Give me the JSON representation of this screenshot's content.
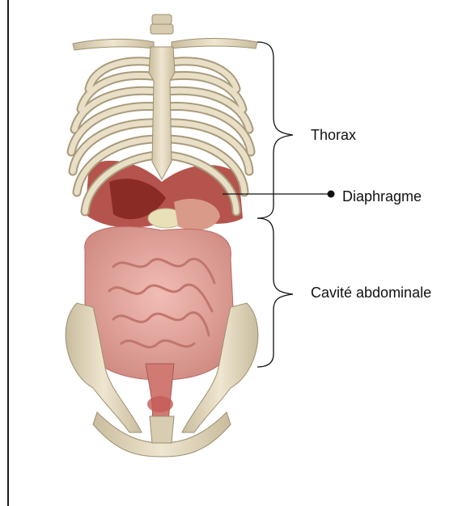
{
  "labels": {
    "thorax": "Thorax",
    "diaphragme": "Diaphragme",
    "cavite_abdominale": "Cavité abdominale"
  },
  "colors": {
    "bone": "#e6dcc4",
    "bone_shadow": "#b9ab8c",
    "intestine": "#e8a9a1",
    "intestine_shadow": "#c97c74",
    "diaphragm_muscle": "#a8362d",
    "liver": "#8a2b26",
    "stomach": "#d99a8a",
    "line": "#111111"
  },
  "icons": {
    "pointer": "dot-leader-icon",
    "bracket": "curly-brace-icon"
  }
}
